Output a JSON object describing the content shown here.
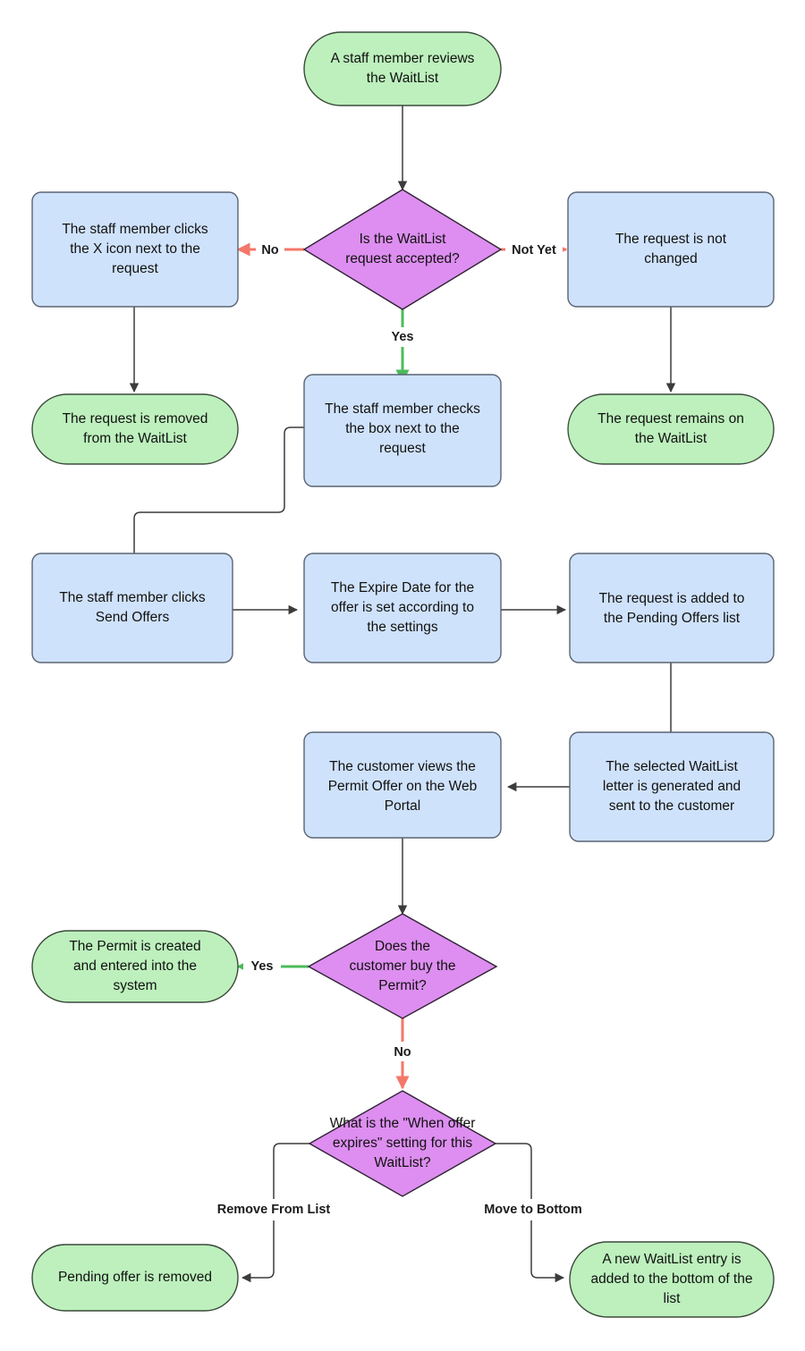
{
  "diagram": {
    "title": "WaitList Offer Process Flowchart",
    "background": "#ffffff",
    "colors": {
      "terminator_fill": "#bdf0bd",
      "process_fill": "#cfe2fb",
      "decision_fill": "#dd8ef0",
      "edge_default": "#3c3c3c",
      "edge_no": "#f4776a",
      "edge_yes": "#4cbb5a",
      "text": "#111111"
    },
    "nodes": [
      {
        "id": "start",
        "type": "terminator",
        "lines": [
          "A staff member reviews",
          "the WaitList"
        ]
      },
      {
        "id": "dec-accepted",
        "type": "decision",
        "lines": [
          "Is the WaitList",
          "request accepted?"
        ]
      },
      {
        "id": "click-x",
        "type": "process",
        "lines": [
          "The staff member clicks",
          "the X icon next to the",
          "request"
        ]
      },
      {
        "id": "not-changed",
        "type": "process",
        "lines": [
          "The request is not",
          "changed"
        ]
      },
      {
        "id": "removed",
        "type": "terminator",
        "lines": [
          "The request is removed",
          "from the WaitList"
        ]
      },
      {
        "id": "checks-box",
        "type": "process",
        "lines": [
          "The staff member checks",
          "the box next to the",
          "request"
        ]
      },
      {
        "id": "remains",
        "type": "terminator",
        "lines": [
          "The request remains on",
          "the WaitList"
        ]
      },
      {
        "id": "send-offers",
        "type": "process",
        "lines": [
          "The staff member clicks",
          "Send Offers"
        ]
      },
      {
        "id": "expire-date",
        "type": "process",
        "lines": [
          "The Expire Date for the",
          "offer is set according to",
          "the settings"
        ]
      },
      {
        "id": "pending-offers",
        "type": "process",
        "lines": [
          "The request is added to",
          "the Pending Offers list"
        ]
      },
      {
        "id": "letter-sent",
        "type": "process",
        "lines": [
          "The selected WaitList",
          "letter is generated and",
          "sent to the customer"
        ]
      },
      {
        "id": "customer-views",
        "type": "process",
        "lines": [
          "The customer views the",
          "Permit Offer on the Web",
          "Portal"
        ]
      },
      {
        "id": "dec-buy",
        "type": "decision",
        "lines": [
          "Does the",
          "customer buy the",
          "Permit?"
        ]
      },
      {
        "id": "permit-created",
        "type": "terminator",
        "lines": [
          "The Permit is created",
          "and entered into the",
          "system"
        ]
      },
      {
        "id": "dec-expires",
        "type": "decision",
        "lines": [
          "What is the \"When offer",
          "expires\" setting for this",
          "WaitList?"
        ]
      },
      {
        "id": "pending-removed",
        "type": "terminator",
        "lines": [
          "Pending offer is removed"
        ]
      },
      {
        "id": "new-entry",
        "type": "terminator",
        "lines": [
          "A new WaitList entry is",
          "added to the bottom of the",
          "list"
        ]
      }
    ],
    "edge_labels": {
      "no_accept": "No",
      "not_yet": "Not Yet",
      "yes_accept": "Yes",
      "yes_buy": "Yes",
      "no_buy": "No",
      "remove_from_list": "Remove From List",
      "move_to_bottom": "Move to Bottom"
    }
  }
}
